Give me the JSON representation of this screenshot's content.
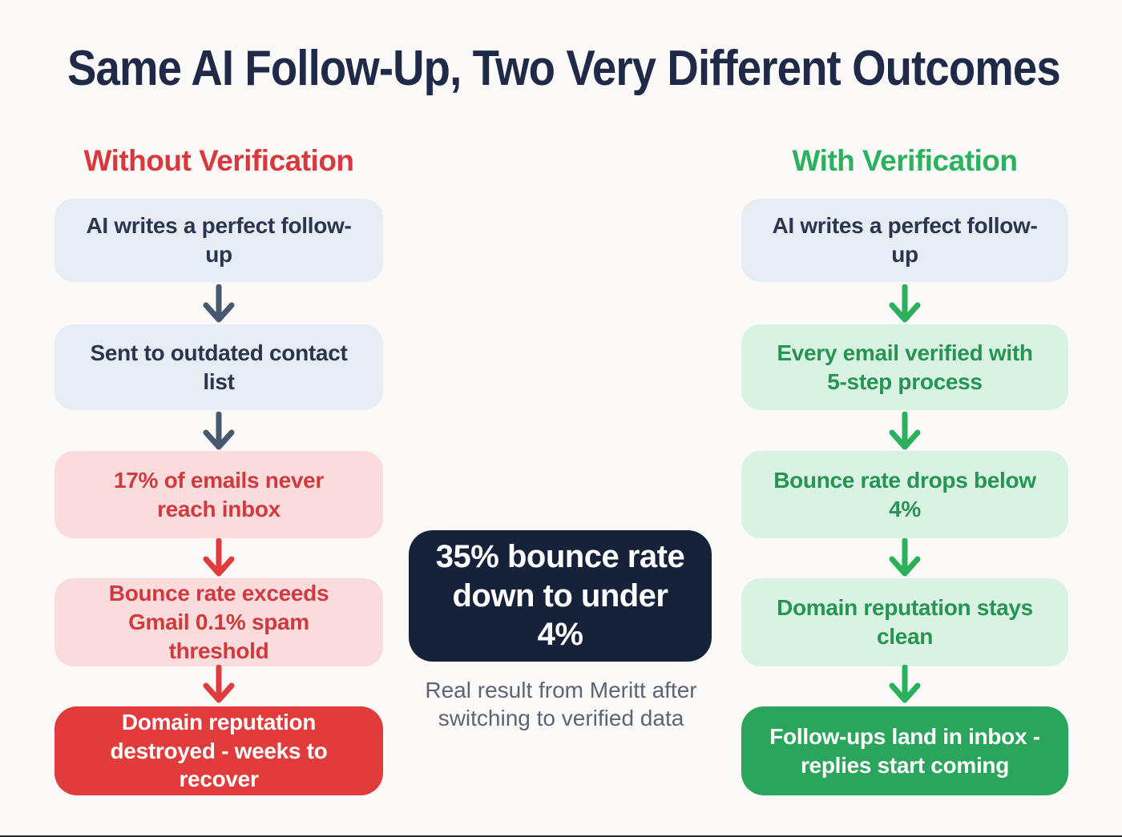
{
  "title": "Same AI Follow-Up, Two Very Different Outcomes",
  "left_column": {
    "header": "Without Verification",
    "steps": [
      {
        "text": "AI writes a perfect follow-up"
      },
      {
        "text": "Sent to outdated contact list"
      },
      {
        "text": "17% of emails never reach inbox"
      },
      {
        "text": "Bounce rate exceeds Gmail 0.1% spam threshold"
      },
      {
        "text": "Domain reputation destroyed - weeks to recover"
      }
    ]
  },
  "right_column": {
    "header": "With Verification",
    "steps": [
      {
        "text": "AI writes a perfect follow-up"
      },
      {
        "text": "Every email verified with 5-step process"
      },
      {
        "text": "Bounce rate drops below 4%"
      },
      {
        "text": "Domain reputation stays clean"
      },
      {
        "text": "Follow-ups land in inbox - replies start coming"
      }
    ]
  },
  "center": {
    "stat": "35% bounce rate down to under 4%",
    "caption": "Real result from Meritt after switching to verified data"
  },
  "colors": {
    "title_navy": "#1E2A47",
    "header_red": "#D9383C",
    "header_green": "#2BB25E",
    "neutral_box_bg": "#E8ECF3",
    "neutral_box_text": "#2A3550",
    "pink_box_bg": "#FADCDD",
    "pink_box_text": "#D03A3F",
    "red_solid_bg": "#E23B3B",
    "green_light_bg": "#DAF2E4",
    "green_light_text": "#259552",
    "green_solid_bg": "#2BA55C",
    "stat_box_bg": "#16213A",
    "caption_gray": "#5B6575",
    "arrow_slate": "#47586F",
    "arrow_red": "#E03C3C",
    "arrow_green": "#2BB05C",
    "background": "#FBFAF8"
  }
}
